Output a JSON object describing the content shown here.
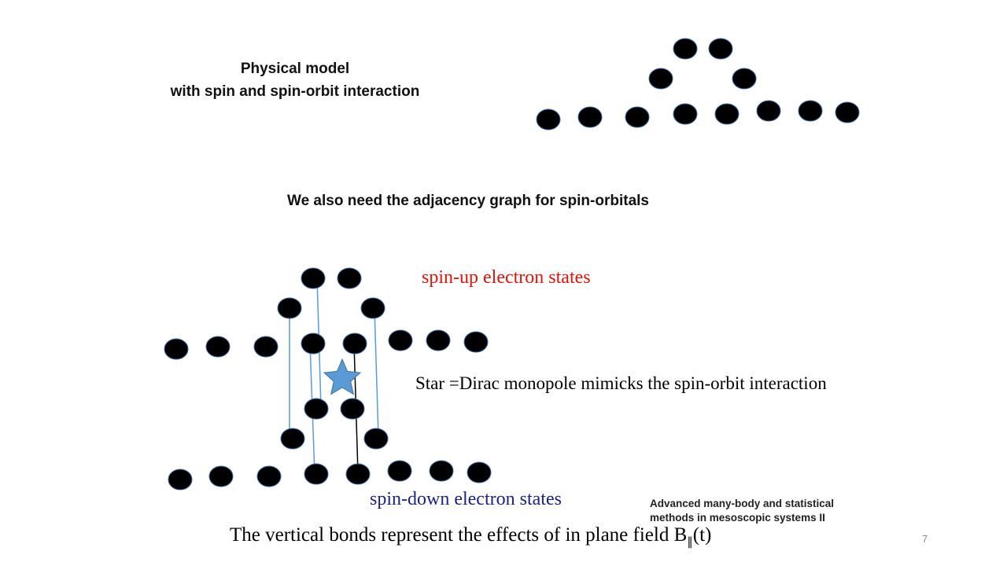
{
  "slide": {
    "title_line1": "Physical model",
    "title_line2": "with spin and spin-orbit interaction",
    "subtitle": "We also need the adjacency graph  for  spin-orbitals",
    "spin_up_label": "spin-up electron states",
    "star_note": "Star =Dirac monopole mimicks the spin-orbit interaction",
    "spin_down_label": "spin-down electron states",
    "bottom_note": "The vertical bonds represent the effects of in plane field B",
    "bottom_note_field_symbol": "∥",
    "bottom_note_suffix": "(t)",
    "credit_line1": "Advanced many-body and statistical",
    "credit_line2": "methods in mesoscopic systems II",
    "page_number": "7"
  },
  "colors": {
    "site_fill": "#000000",
    "site_stroke": "#3a6aa0",
    "bond_blue": "#5b9bd5",
    "bond_black": "#000000",
    "star_fill": "#5b9bd5",
    "spin_up_text": "#e3120b",
    "spin_down_text": "#1a237e"
  }
}
